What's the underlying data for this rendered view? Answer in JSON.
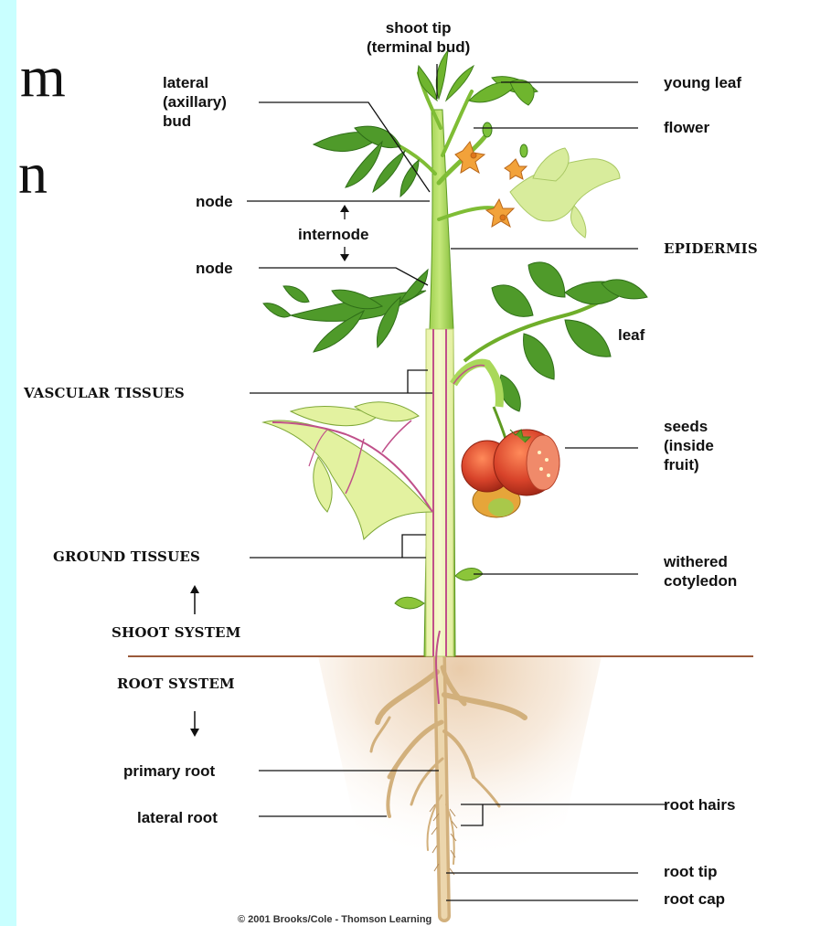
{
  "background_partial_text": [
    "m",
    "n"
  ],
  "labels": {
    "shoot_tip": "shoot tip\n(terminal bud)",
    "lateral_bud": "lateral\n(axillary)\nbud",
    "young_leaf": "young leaf",
    "flower": "flower",
    "node_upper": "node",
    "internode": "internode",
    "epidermis": "EPIDERMIS",
    "node_lower": "node",
    "leaf": "leaf",
    "vascular_tissues": "VASCULAR TISSUES",
    "seeds": "seeds\n(inside\nfruit)",
    "ground_tissues": "GROUND TISSUES",
    "withered_cotyledon": "withered\ncotyledon",
    "shoot_system": "SHOOT SYSTEM",
    "root_system": "ROOT SYSTEM",
    "primary_root": "primary root",
    "lateral_root": "lateral root",
    "root_hairs": "root hairs",
    "root_tip": "root tip",
    "root_cap": "root cap"
  },
  "copyright": "© 2001 Brooks/Cole - Thomson Learning",
  "colors": {
    "side_strip": "#c9ffff",
    "stem": "#a9d85a",
    "stem_dark": "#6fae2a",
    "leaf": "#4f9a2a",
    "leaf_dark": "#2f6e18",
    "pale_leaf": "#e3f2a0",
    "vein": "#c0508a",
    "fruit": "#d8432a",
    "flower": "#f2a23a",
    "root": "#d8b98a",
    "soil_line": "#9a5a3a",
    "soil": "#f1dcc4"
  }
}
